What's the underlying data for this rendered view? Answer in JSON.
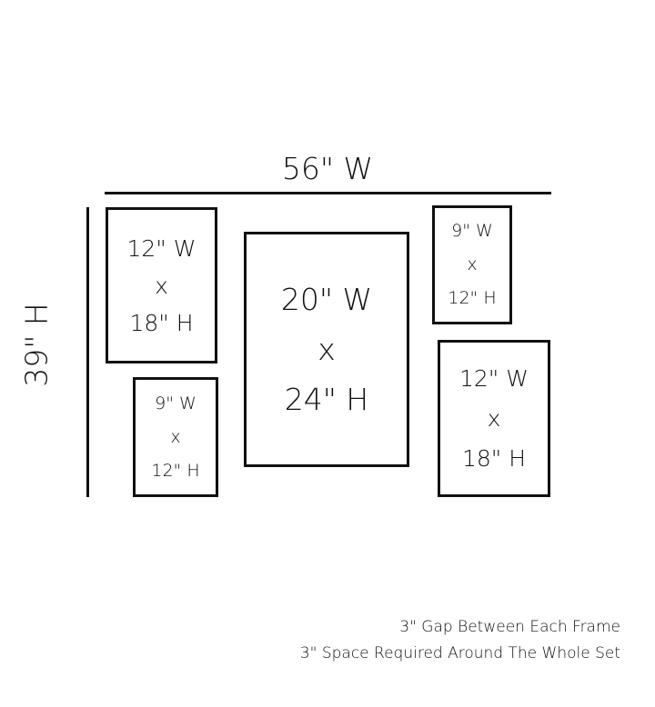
{
  "total_width_label": "56\" W",
  "total_height_label": "39\" H",
  "frames": [
    {
      "width": "12\" W",
      "by": "x",
      "height": "18\" H"
    },
    {
      "width": "9\" W",
      "by": "x",
      "height": "12\" H"
    },
    {
      "width": "20\" W",
      "by": "x",
      "height": "24\" H"
    },
    {
      "width": "9\" W",
      "by": "x",
      "height": "12\" H"
    },
    {
      "width": "12\" W",
      "by": "x",
      "height": "18\" H"
    }
  ],
  "notes": [
    "3\" Gap Between Each Frame",
    "3\" Space Required Around The Whole Set"
  ]
}
